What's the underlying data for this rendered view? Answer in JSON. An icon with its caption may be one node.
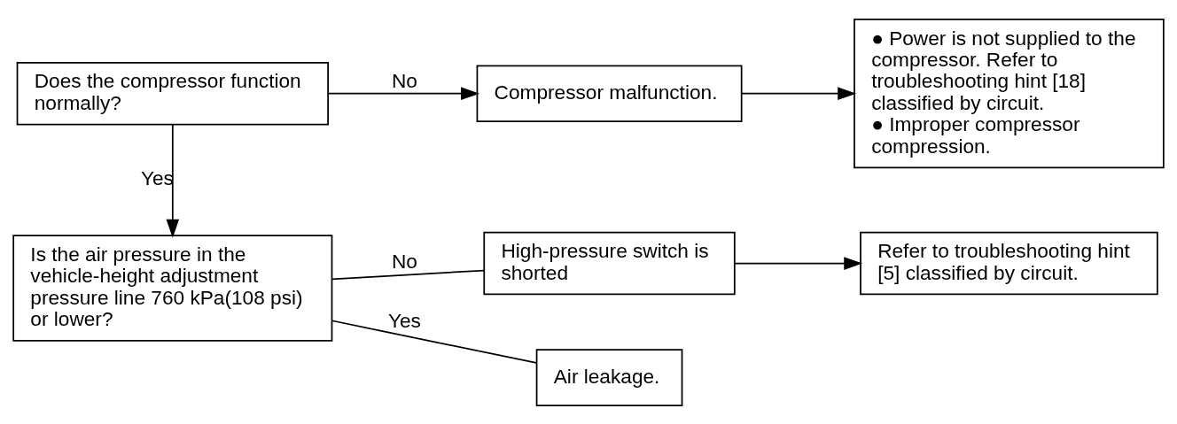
{
  "diagram": {
    "nodes": [
      {
        "text": [
          "Does the compressor function normally?"
        ]
      },
      {
        "text": [
          "Compressor malfunction."
        ]
      },
      {
        "text": [
          "● Power is not supplied to the compressor. Refer to troubleshooting hint [18] classified by circuit.",
          "● Improper compressor compression."
        ]
      },
      {
        "text": [
          "Is the air pressure in the vehicle-height adjustment pressure line 760 kPa(108 psi) or lower?"
        ]
      },
      {
        "text": [
          "High-pressure switch is shorted"
        ]
      },
      {
        "text": [
          "Refer to troubleshooting hint [5] classified by circuit."
        ]
      },
      {
        "text": [
          "Air leakage."
        ]
      }
    ],
    "edges": [
      {
        "from": 0,
        "to": 1,
        "arrow": "to",
        "label": "No"
      },
      {
        "from": 1,
        "to": 2,
        "arrow": "to"
      },
      {
        "from": 0,
        "to": 3,
        "arrow": "to",
        "label": "Yes"
      },
      {
        "from": 3,
        "to": 4,
        "arrow": "none",
        "label": "No"
      },
      {
        "from": 4,
        "to": 5,
        "arrow": "to"
      },
      {
        "from": 3,
        "to": 6,
        "arrow": "none",
        "label": "Yes"
      }
    ]
  }
}
